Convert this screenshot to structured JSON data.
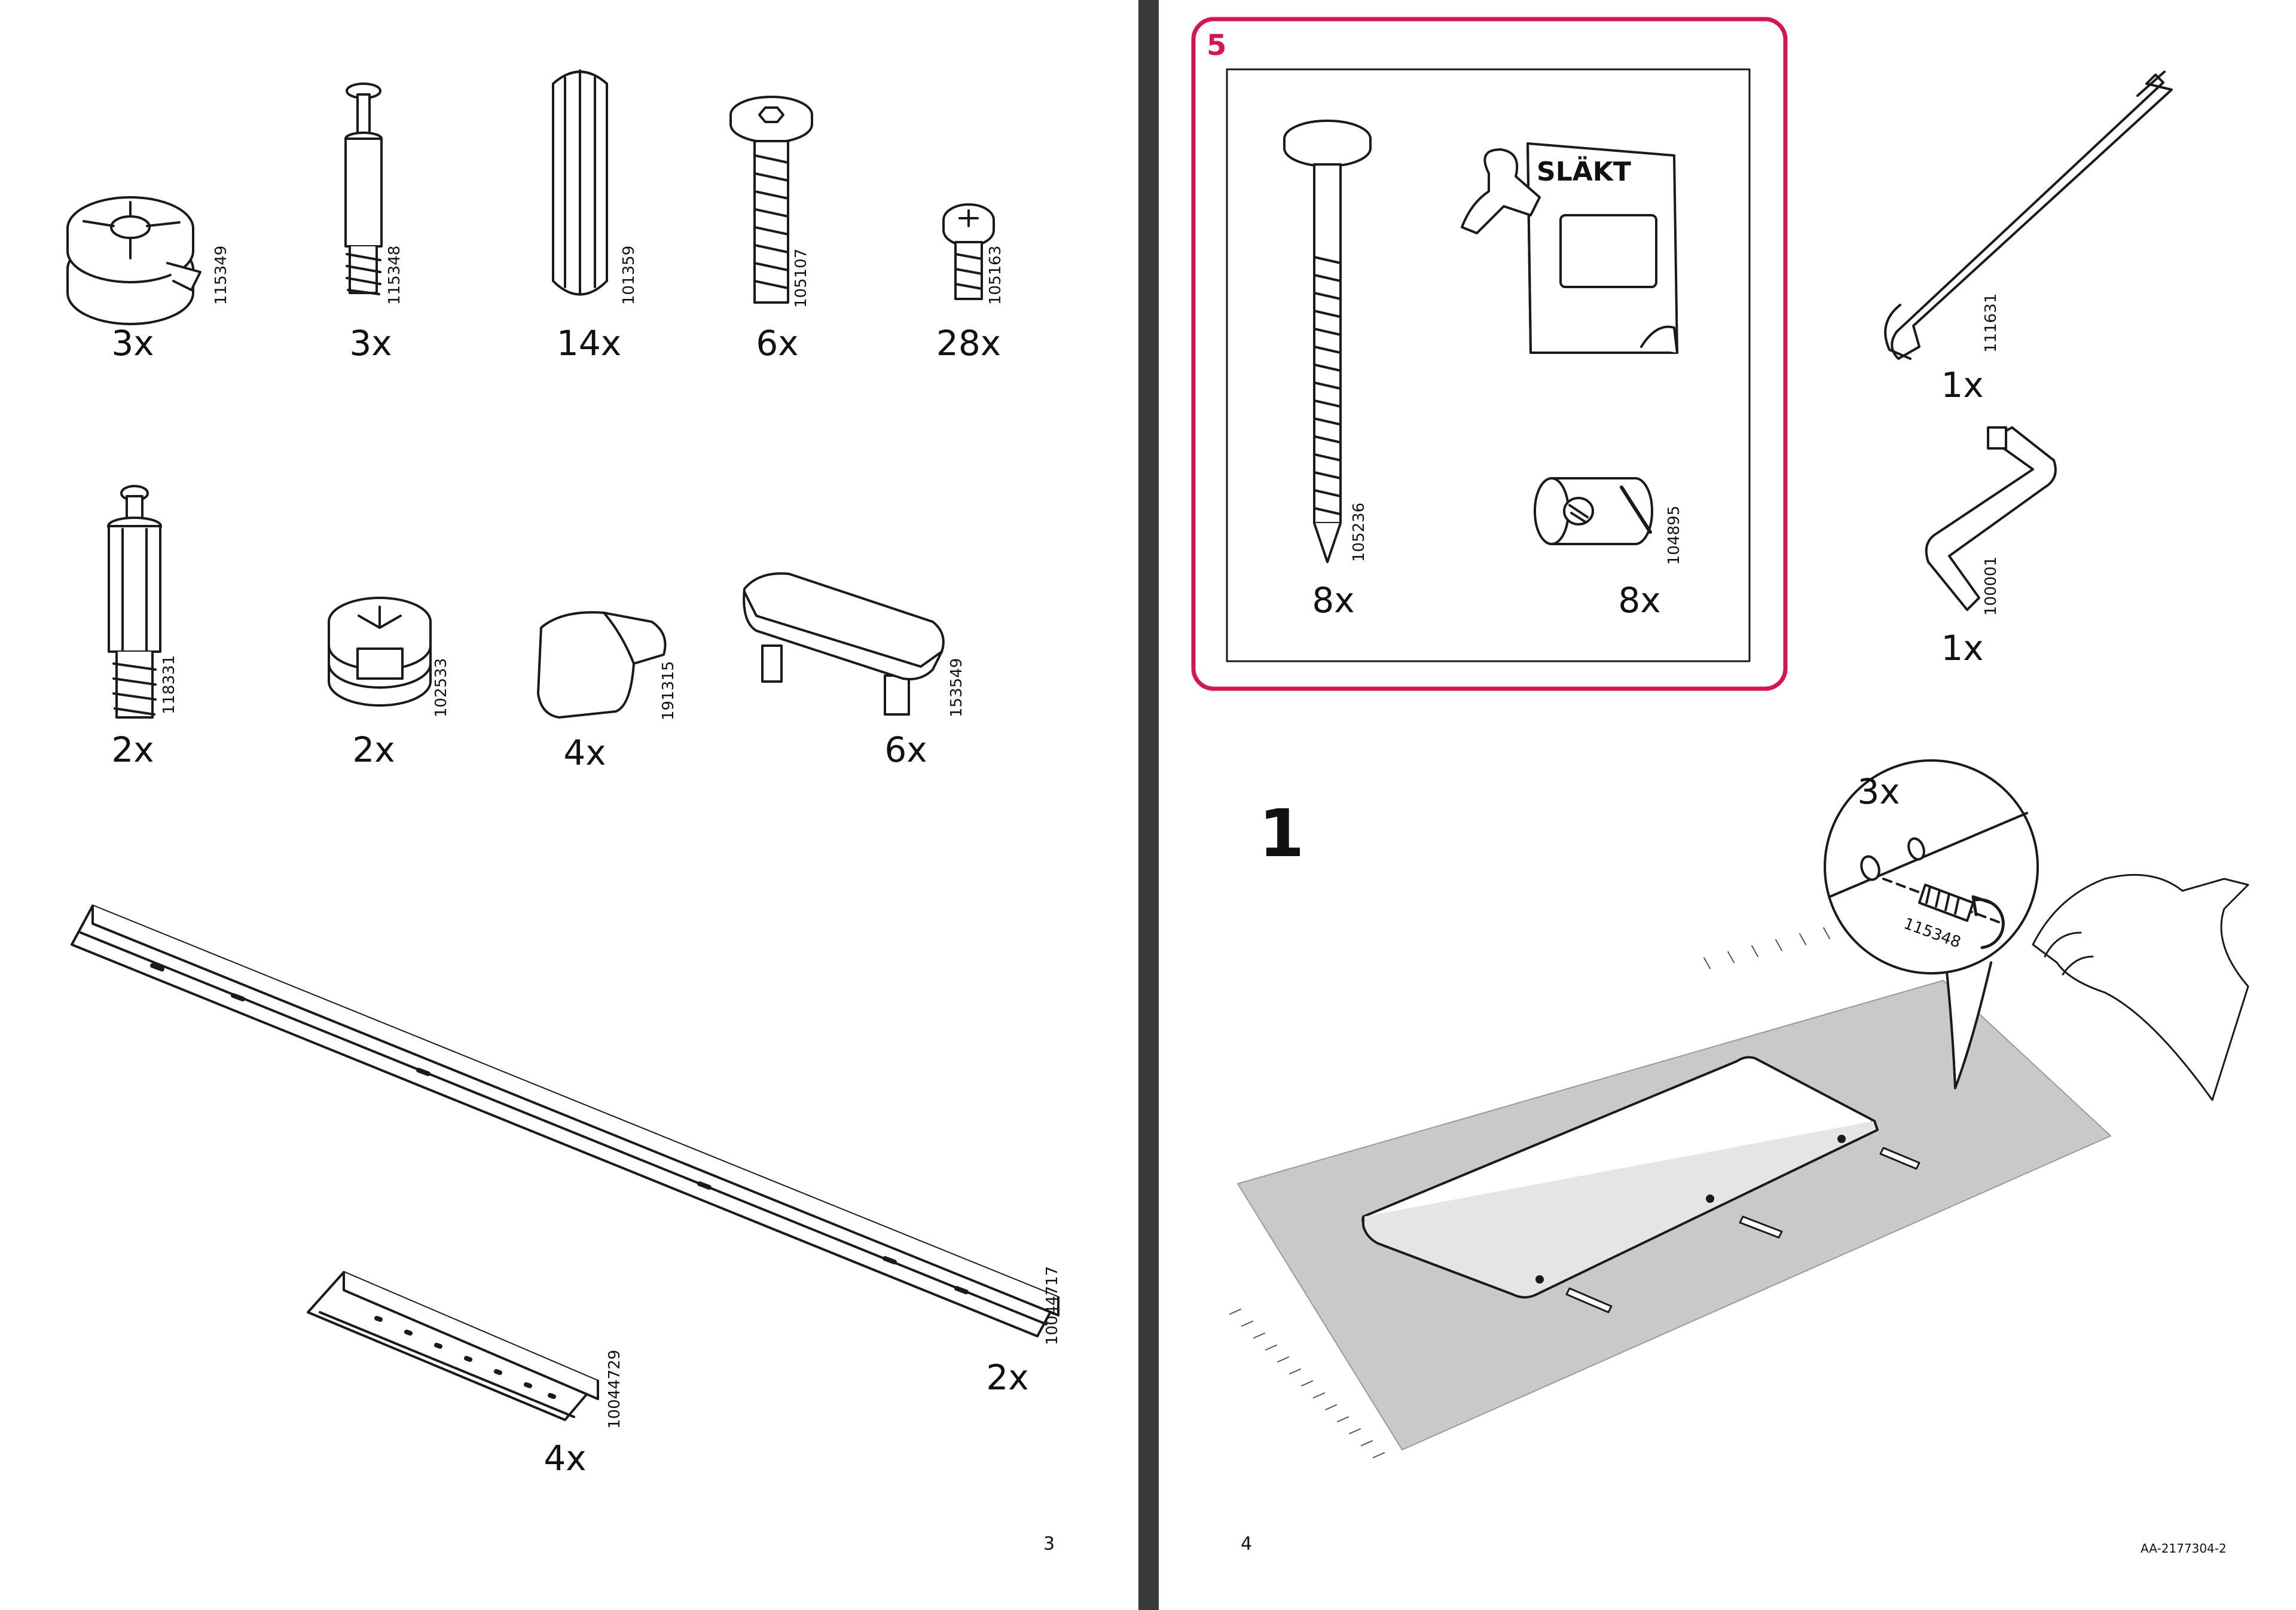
{
  "left_page": {
    "page_number": "3",
    "hardware_row1": [
      {
        "part": "115349",
        "qty": "3x",
        "icon": "cam-lock-icon"
      },
      {
        "part": "115348",
        "qty": "3x",
        "icon": "cam-bolt-icon"
      },
      {
        "part": "101359",
        "qty": "14x",
        "icon": "wood-dowel-icon"
      },
      {
        "part": "105107",
        "qty": "6x",
        "icon": "allen-screw-icon"
      },
      {
        "part": "105163",
        "qty": "28x",
        "icon": "short-screw-icon"
      }
    ],
    "hardware_row2": [
      {
        "part": "118331",
        "qty": "2x",
        "icon": "long-cam-bolt-icon"
      },
      {
        "part": "102533",
        "qty": "2x",
        "icon": "small-cam-lock-icon"
      },
      {
        "part": "191315",
        "qty": "4x",
        "icon": "bumper-pad-icon"
      },
      {
        "part": "153549",
        "qty": "6x",
        "icon": "glide-foot-icon"
      }
    ],
    "rails": [
      {
        "part": "10044717",
        "qty": "2x",
        "icon": "long-metal-rail-icon"
      },
      {
        "part": "10044729",
        "qty": "4x",
        "icon": "short-metal-bracket-icon"
      }
    ]
  },
  "right_page": {
    "page_number": "4",
    "doc_id": "AA-2177304-2",
    "extra_parts_box": {
      "label": "5",
      "border_color": "#d7144e",
      "booklet_title": "SLÄKT",
      "items": [
        {
          "part": "105236",
          "qty": "8x",
          "icon": "long-bolt-icon"
        },
        {
          "part": "104895",
          "qty": "8x",
          "icon": "barrel-nut-icon"
        }
      ]
    },
    "tools": [
      {
        "part": "111631",
        "qty": "1x",
        "icon": "large-allen-key-icon"
      },
      {
        "part": "100001",
        "qty": "1x",
        "icon": "small-allen-key-icon"
      }
    ],
    "step": {
      "number": "1",
      "callout_qty": "3x",
      "callout_part": "115348"
    }
  }
}
